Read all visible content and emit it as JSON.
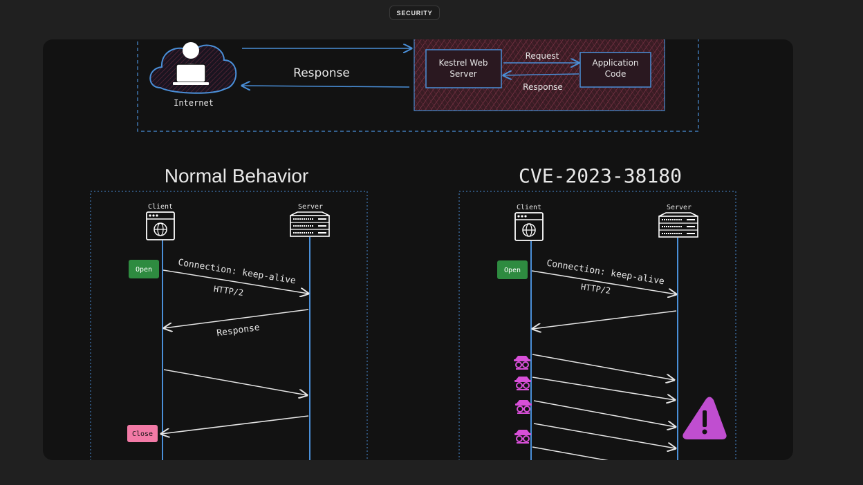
{
  "badge": {
    "label": "SECURITY"
  },
  "top_diagram": {
    "cloud_label": "Internet",
    "response_arrow_label": "Response",
    "kestrel_label": [
      "Kestrel Web",
      "Server"
    ],
    "app_label": [
      "Application",
      "Code"
    ],
    "request_label": "Request",
    "inner_response_label": "Response"
  },
  "left_diagram": {
    "title": "Normal Behavior",
    "client_label": "Client",
    "server_label": "Server",
    "open_label": "Open",
    "close_label": "Close",
    "connection_label": "Connection: keep-alive",
    "protocol_label": "HTTP/2",
    "response_label": "Response"
  },
  "right_diagram": {
    "title": "CVE-2023-38180",
    "client_label": "Client",
    "server_label": "Server",
    "open_label": "Open",
    "connection_label": "Connection: keep-alive",
    "protocol_label": "HTTP/2"
  },
  "colors": {
    "accent_blue": "#4a8fd8",
    "open_green": "#2e8b40",
    "close_pink": "#f27aa6",
    "attacker_magenta": "#d84fd8",
    "warning_purple": "#c04ed0",
    "pipeline_box": "#5a2a36"
  },
  "icons": [
    "laptop-user-icon",
    "cloud-icon",
    "browser-globe-icon",
    "server-rack-icon",
    "spy-icon",
    "warning-icon"
  ]
}
